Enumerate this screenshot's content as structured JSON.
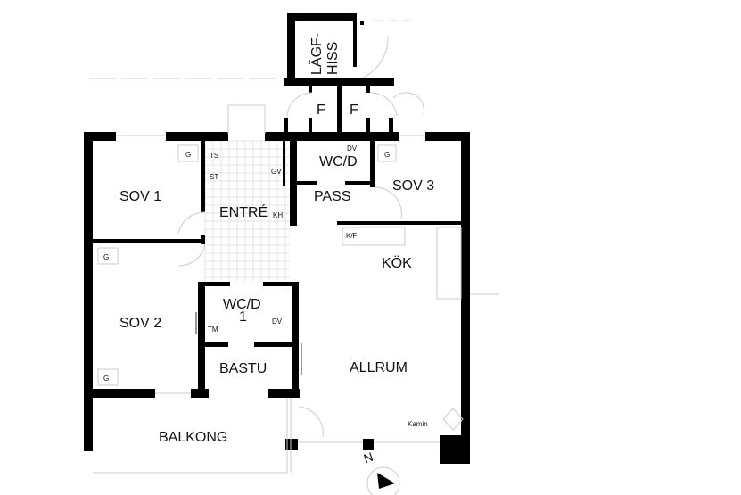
{
  "rooms": {
    "lift": [
      "LÄGF-",
      "HISS"
    ],
    "storage_1": "F",
    "storage_2": "F",
    "sov1": "SOV 1",
    "sov2": "SOV 2",
    "sov3": "SOV 3",
    "entre": "ENTRÉ",
    "wc_d": "WC/D",
    "wc_d1": [
      "WC/D",
      "1"
    ],
    "pass": "PASS",
    "kok": "KÖK",
    "allrum": "ALLRUM",
    "bastu": "BASTU",
    "balkong": "BALKONG"
  },
  "fixtures": {
    "g_sov1": "G",
    "g_sov2_top": "G",
    "g_sov2_bottom": "G",
    "g_sov3": "G",
    "ts": "TS",
    "st": "ST",
    "gv": "GV",
    "kh": "KH",
    "dv_top": "DV",
    "dv_wc1": "DV",
    "tm": "TM",
    "kf": "K/F",
    "kamin": "Kamin"
  },
  "compass": {
    "label": "N"
  }
}
